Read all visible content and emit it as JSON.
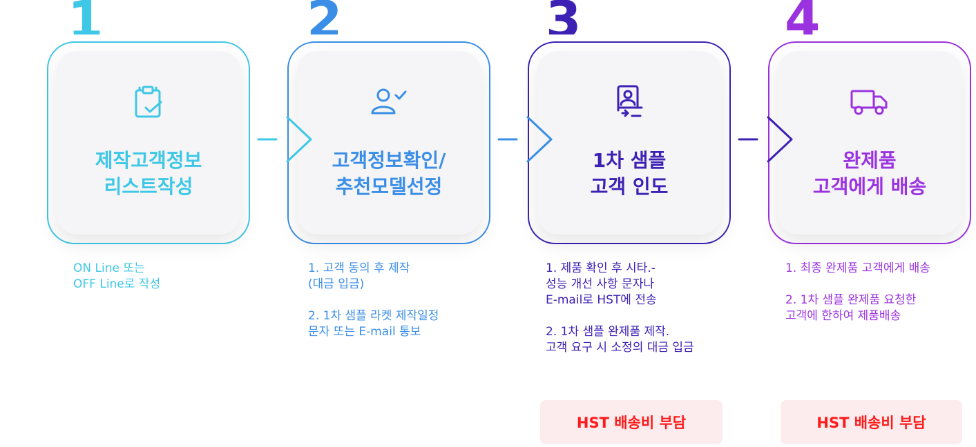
{
  "steps": [
    {
      "number": "1",
      "icon": "clipboard-check-icon",
      "title": "제작고객정보\n리스트작성",
      "color": "#3ec7e6",
      "desc": "ON Line 또는\nOFF Line로 작성"
    },
    {
      "number": "2",
      "icon": "user-check-icon",
      "title": "고객정보확인/\n추천모델선정",
      "color": "#3a8ee6",
      "desc": "1. 고객 동의 후 제작\n(대금 입금)\n\n2. 1차 샘플 라켓 제작일정\n문자 또는 E-mail 통보"
    },
    {
      "number": "3",
      "icon": "handover-icon",
      "title": "1차 샘플\n고객 인도",
      "color": "#3d21b4",
      "desc": "1. 제품 확인 후 시타.-\n성능 개선 사항 문자나\nE-mail로 HST에 전송\n\n2. 1차 샘플 완제품 제작.\n고객 요구 시 소정의 대금 입금",
      "badge": "HST 배송비 부담"
    },
    {
      "number": "4",
      "icon": "truck-icon",
      "title": "완제품\n고객에게 배송",
      "color": "#9b32e0",
      "desc": "1. 최종 완제품 고객에게 배송\n\n2. 1차 샘플 완제품 요청한\n고객에 한하여 제품배송",
      "badge": "HST 배송비 부담"
    }
  ],
  "arrow_colors": [
    "#3ec7e6",
    "#3a8ee6",
    "#3d21b4"
  ]
}
